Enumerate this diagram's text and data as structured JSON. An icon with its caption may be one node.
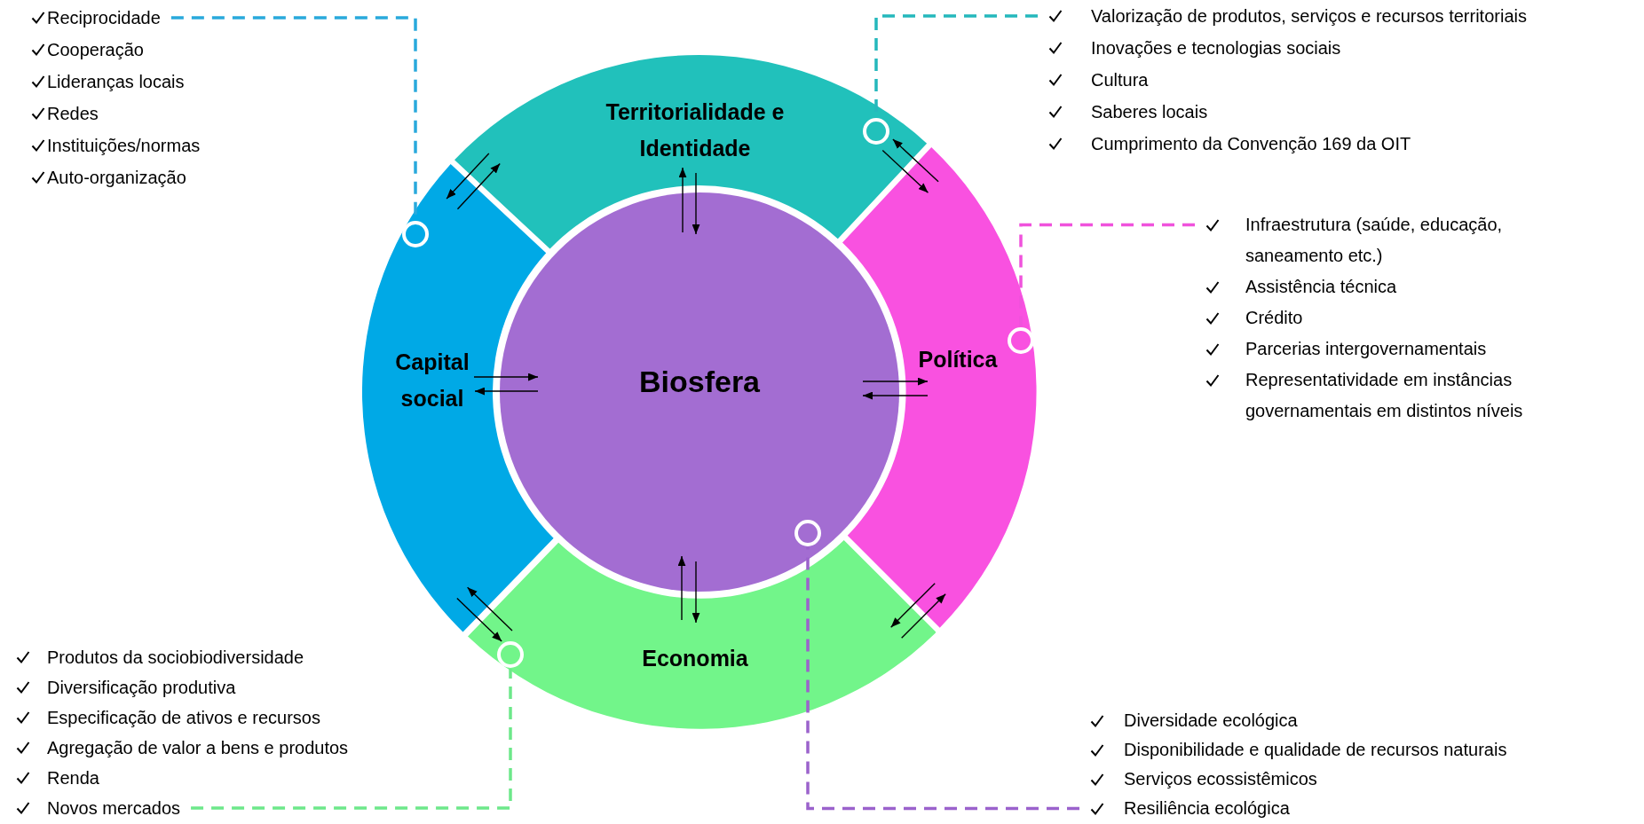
{
  "diagram": {
    "nodes": [
      {
        "text": [
          "Reciprocidade",
          "Cooperação",
          "Lideranças locais",
          "Redes",
          "Instituições/normas",
          "Auto-organização"
        ]
      },
      {
        "text": [
          "Valorização de produtos, serviços e recursos territoriais",
          "Inovações e tecnologias sociais",
          "Cultura",
          "Saberes locais",
          "Cumprimento da Convenção 169 da OIT"
        ]
      },
      {
        "text": [
          "Territorialidade e Identidade"
        ]
      },
      {
        "text": [
          "Infraestrutura (saúde, educação, saneamento etc.)",
          "Assistência técnica",
          "Crédito",
          "Parcerias intergovernamentais",
          "Representatividade em instâncias governamentais em distintos níveis"
        ]
      },
      {
        "text": [
          "Capital social"
        ]
      },
      {
        "text": [
          "Biosfera"
        ]
      },
      {
        "text": [
          "Política"
        ]
      },
      {
        "text": [
          "Economia"
        ]
      },
      {
        "text": [
          "Produtos da sociobiodiversidade",
          "Diversificação produtiva",
          "Especificação de ativos e recursos",
          "Agregação de valor a bens e produtos",
          "Renda",
          "Novos mercados"
        ]
      },
      {
        "text": [
          "Diversidade ecológica",
          "Disponibilidade e qualidade de recursos naturais",
          "Serviços ecossistêmicos",
          "Resiliência ecológica"
        ]
      }
    ],
    "edges": [
      {
        "from": 0,
        "to": 4,
        "arrow": "other",
        "style": "dashed",
        "color": "#29a9dc"
      },
      {
        "from": 1,
        "to": 2,
        "arrow": "other",
        "style": "dashed",
        "color": "#25b8bc"
      },
      {
        "from": 3,
        "to": 6,
        "arrow": "other",
        "style": "dashed",
        "color": "#f052dc"
      },
      {
        "from": 8,
        "to": 7,
        "arrow": "other",
        "style": "dashed",
        "color": "#6de88a"
      },
      {
        "from": 9,
        "to": 5,
        "arrow": "other",
        "style": "dashed",
        "color": "#9b62cc"
      },
      {
        "from": 5,
        "to": 2,
        "arrow": "to"
      },
      {
        "from": 2,
        "to": 5,
        "arrow": "to"
      },
      {
        "from": 4,
        "to": 2,
        "arrow": "to"
      },
      {
        "from": 2,
        "to": 4,
        "arrow": "to"
      },
      {
        "from": 2,
        "to": 6,
        "arrow": "to"
      },
      {
        "from": 6,
        "to": 2,
        "arrow": "to"
      },
      {
        "from": 4,
        "to": 5,
        "arrow": "to"
      },
      {
        "from": 5,
        "to": 4,
        "arrow": "to"
      },
      {
        "from": 5,
        "to": 6,
        "arrow": "to"
      },
      {
        "from": 6,
        "to": 5,
        "arrow": "to"
      },
      {
        "from": 4,
        "to": 7,
        "arrow": "to"
      },
      {
        "from": 7,
        "to": 4,
        "arrow": "to"
      },
      {
        "from": 7,
        "to": 5,
        "arrow": "to"
      },
      {
        "from": 5,
        "to": 7,
        "arrow": "to"
      },
      {
        "from": 7,
        "to": 6,
        "arrow": "to"
      },
      {
        "from": 6,
        "to": 7,
        "arrow": "to"
      }
    ]
  }
}
